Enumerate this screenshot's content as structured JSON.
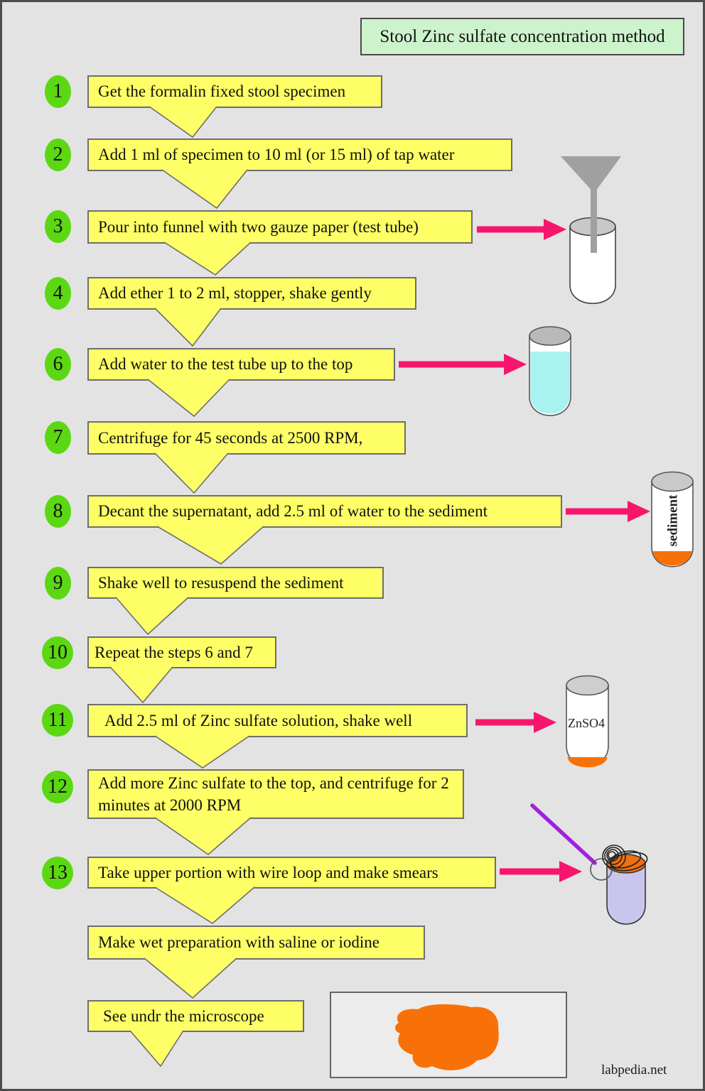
{
  "title": "Stool Zinc sulfate concentration method",
  "watermark": "labpedia.net",
  "steps": [
    {
      "num": "1",
      "label": "Get the formalin fixed stool specimen"
    },
    {
      "num": "2",
      "label": "Add 1 ml of specimen to 10 ml (or 15 ml) of tap water"
    },
    {
      "num": "3",
      "label": "Pour into funnel with two gauze paper (test tube)"
    },
    {
      "num": "4",
      "label": "Add ether 1 to 2 ml, stopper, shake gently"
    },
    {
      "num": "6",
      "label": "Add water to the test tube up to the top"
    },
    {
      "num": "7",
      "label": "Centrifuge for 45 seconds at 2500 RPM,"
    },
    {
      "num": "8",
      "label": "Decant the supernatant, add 2.5 ml of water to the sediment"
    },
    {
      "num": "9",
      "label": "Shake well to resuspend the sediment"
    },
    {
      "num": "10",
      "label": "Repeat the steps 6 and 7"
    },
    {
      "num": "11",
      "label": "Add 2.5 ml of Zinc sulfate solution, shake well"
    },
    {
      "num": "12",
      "label": "Add more Zinc sulfate to the top, and centrifuge for 2 minutes at 2000 RPM"
    },
    {
      "num": "13",
      "label": "Take upper portion with wire loop and make smears"
    },
    {
      "num": "",
      "label": "Make wet preparation with saline or iodine"
    },
    {
      "num": "",
      "label": "See undr the microscope"
    }
  ],
  "tube_labels": {
    "sediment": "sediment",
    "znso4": "ZnSO4"
  },
  "colors": {
    "box_yellow": "#feff66",
    "circle_green": "#5cd813",
    "title_green": "#cdf3cd",
    "arrow_pink": "#f7156d",
    "sediment_orange": "#f87108",
    "tube_lavender": "#c9c6ee",
    "water_cyan": "#a8f2ef",
    "funnel_gray": "#a0a0a0",
    "wire_purple": "#a21fe0"
  }
}
